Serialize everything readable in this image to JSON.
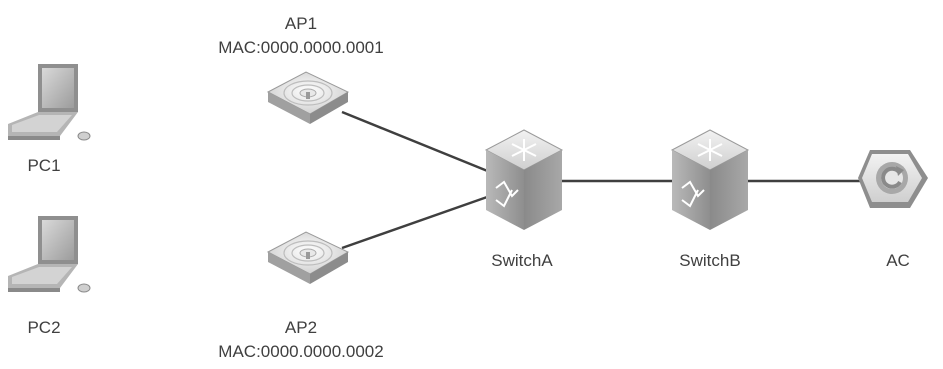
{
  "nodes": {
    "pc1": {
      "label": "PC1"
    },
    "pc2": {
      "label": "PC2"
    },
    "ap1": {
      "label": "AP1",
      "mac": "MAC:0000.0000.0001"
    },
    "ap2": {
      "label": "AP2",
      "mac": "MAC:0000.0000.0002"
    },
    "switch_a": {
      "label": "SwitchA"
    },
    "switch_b": {
      "label": "SwitchB"
    },
    "ac": {
      "label": "AC"
    }
  },
  "links": [
    {
      "from": "ap1",
      "to": "switch_a"
    },
    {
      "from": "ap2",
      "to": "switch_a"
    },
    {
      "from": "switch_a",
      "to": "switch_b"
    },
    {
      "from": "switch_b",
      "to": "ac"
    }
  ],
  "colors": {
    "device_top": "#e4e4e4",
    "device_side": "#9a9a9a",
    "link": "#3f3f3f",
    "text": "#404040"
  },
  "icons": {
    "pc": "laptop-icon",
    "ap": "access-point-icon",
    "switch": "switch-icon",
    "ac": "access-controller-icon"
  }
}
